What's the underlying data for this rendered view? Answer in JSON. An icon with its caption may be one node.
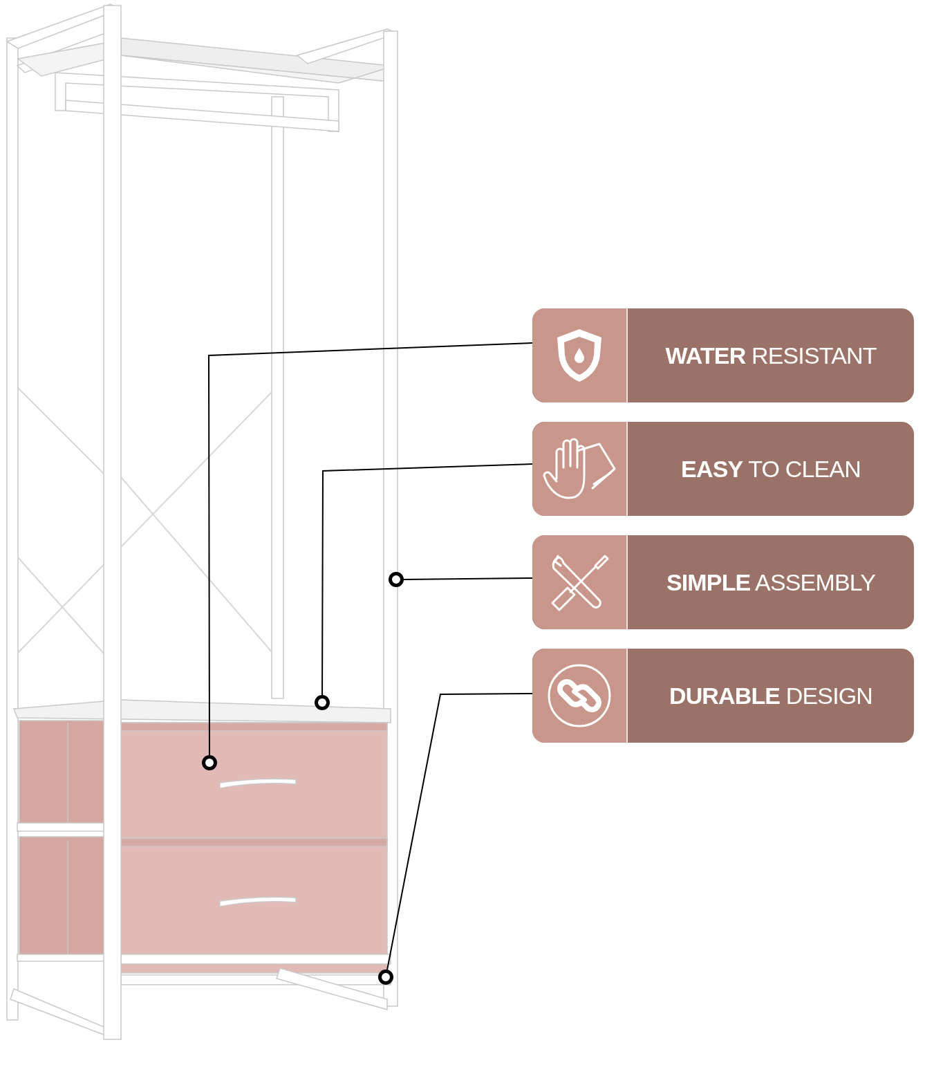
{
  "diagram": {
    "nodes": [
      {
        "text": [
          "**WATER** RESISTANT"
        ]
      },
      {
        "text": [
          "**EASY** TO CLEAN"
        ]
      },
      {
        "text": [
          "**SIMPLE** ASSEMBLY"
        ]
      },
      {
        "text": [
          "**DURABLE** DESIGN"
        ]
      },
      {
        "text": [],
        "shape": "circle"
      },
      {
        "text": [],
        "shape": "circle"
      },
      {
        "text": [],
        "shape": "circle"
      },
      {
        "text": [],
        "shape": "circle"
      }
    ],
    "edges": [
      {
        "from": 0,
        "to": 4,
        "arrow": "none"
      },
      {
        "from": 1,
        "to": 5,
        "arrow": "none"
      },
      {
        "from": 2,
        "to": 6,
        "arrow": "none"
      },
      {
        "from": 3,
        "to": 7,
        "arrow": "none"
      }
    ]
  }
}
